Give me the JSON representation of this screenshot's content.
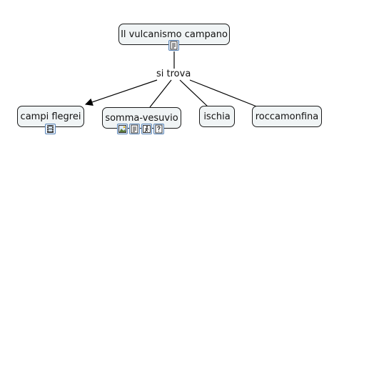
{
  "map": {
    "root": {
      "label": "Il vulcanismo campano",
      "resources": [
        "document-icon"
      ]
    },
    "linking_phrase": "si trova",
    "children": [
      {
        "label": "campi flegrei",
        "resources": [
          "video-icon"
        ]
      },
      {
        "label": "somma-vesuvio",
        "resources": [
          "image-icon",
          "document-icon",
          "animation-icon",
          "help-icon"
        ]
      },
      {
        "label": "ischia",
        "resources": []
      },
      {
        "label": "roccamonfina",
        "resources": []
      }
    ]
  }
}
